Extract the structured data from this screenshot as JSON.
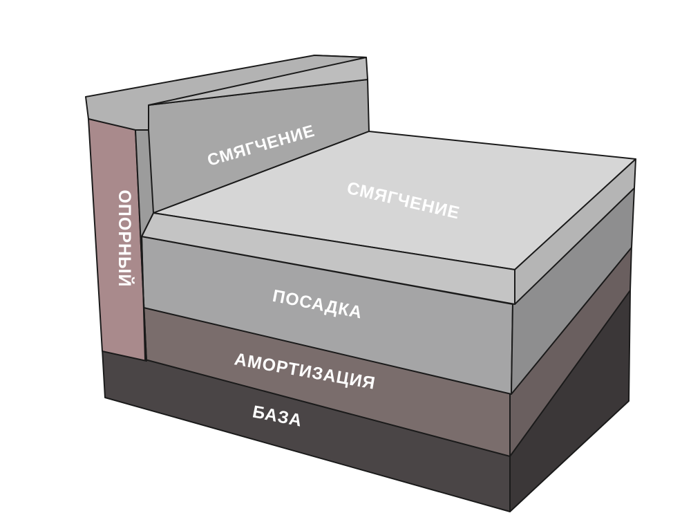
{
  "layers": {
    "back_cushion": {
      "label": "СМЯГЧЕНИЕ"
    },
    "seat_cushion": {
      "label": "СМЯГЧЕНИЕ"
    },
    "seat": {
      "label": "ПОСАДКА"
    },
    "cushioning": {
      "label": "АМОРТИЗАЦИЯ"
    },
    "base": {
      "label": "БАЗА"
    },
    "support": {
      "label": "ОПОРНЫЙ"
    }
  },
  "colors": {
    "base_front": "#4a4546",
    "base_side": "#3b3738",
    "cushioning_front": "#7a6d6c",
    "cushioning_side": "#6a5f5f",
    "seat_front": "#a5a5a6",
    "seat_side": "#8e8e8f",
    "seat_cushion_top": "#d6d6d6",
    "seat_cushion_front": "#c4c4c4",
    "back_front": "#a7a7a7",
    "back_top": "#bdbdbd",
    "support_front": "#a98a8c",
    "support_top": "#b3b3b3",
    "outline": "#1a1a1a"
  }
}
